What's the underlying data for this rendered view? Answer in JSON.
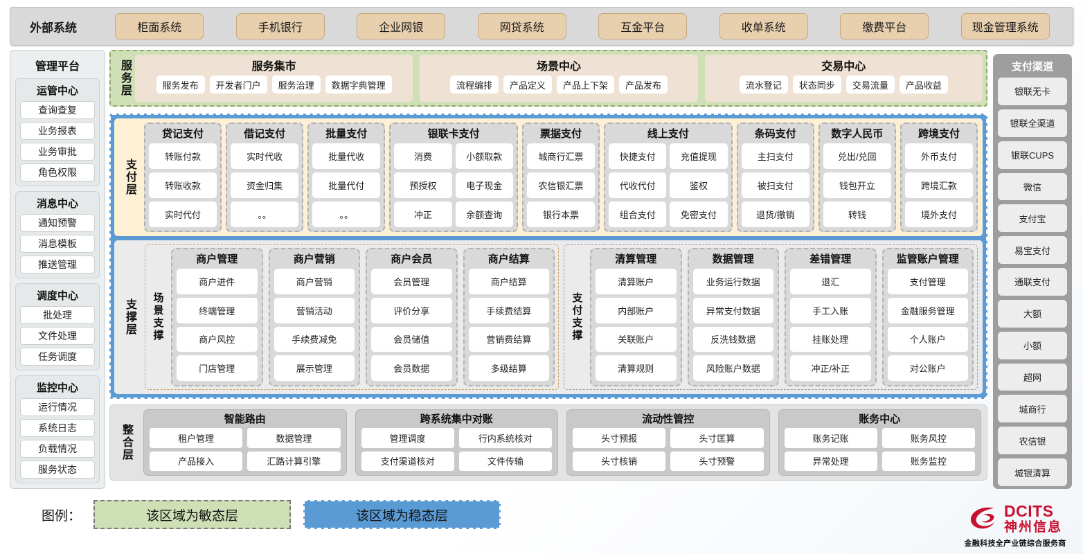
{
  "external": {
    "title": "外部系统",
    "items": [
      "柜面系统",
      "手机银行",
      "企业网银",
      "网贷系统",
      "互金平台",
      "收单系统",
      "缴费平台",
      "现金管理系统"
    ]
  },
  "management": {
    "title": "管理平台",
    "groups": [
      {
        "title": "运管中心",
        "items": [
          "查询查复",
          "业务报表",
          "业务审批",
          "角色权限"
        ]
      },
      {
        "title": "消息中心",
        "items": [
          "通知预警",
          "消息模板",
          "推送管理"
        ]
      },
      {
        "title": "调度中心",
        "items": [
          "批处理",
          "文件处理",
          "任务调度"
        ]
      },
      {
        "title": "监控中心",
        "items": [
          "运行情况",
          "系统日志",
          "负载情况",
          "服务状态"
        ]
      }
    ]
  },
  "service_layer": {
    "label": "服务层",
    "groups": [
      {
        "title": "服务集市",
        "items": [
          "服务发布",
          "开发者门户",
          "服务治理",
          "数据字典管理"
        ]
      },
      {
        "title": "场景中心",
        "items": [
          "流程编排",
          "产品定义",
          "产品上下架",
          "产品发布"
        ]
      },
      {
        "title": "交易中心",
        "items": [
          "流水登记",
          "状态同步",
          "交易流量",
          "产品收益"
        ]
      }
    ]
  },
  "pay_layer": {
    "label": "支付层",
    "columns": [
      {
        "title": "贷记支付",
        "cols": 1,
        "rows": [
          [
            "转账付款"
          ],
          [
            "转账收款"
          ],
          [
            "实时代付"
          ]
        ]
      },
      {
        "title": "借记支付",
        "cols": 1,
        "rows": [
          [
            "实时代收"
          ],
          [
            "资金归集"
          ],
          [
            "。。"
          ]
        ]
      },
      {
        "title": "批量支付",
        "cols": 1,
        "rows": [
          [
            "批量代收"
          ],
          [
            "批量代付"
          ],
          [
            "。。"
          ]
        ]
      },
      {
        "title": "银联卡支付",
        "cols": 2,
        "rows": [
          [
            "消费",
            "小额取款"
          ],
          [
            "预授权",
            "电子现金"
          ],
          [
            "冲正",
            "余额查询"
          ]
        ]
      },
      {
        "title": "票据支付",
        "cols": 1,
        "rows": [
          [
            "城商行汇票"
          ],
          [
            "农信银汇票"
          ],
          [
            "银行本票"
          ]
        ]
      },
      {
        "title": "线上支付",
        "cols": 2,
        "rows": [
          [
            "快捷支付",
            "充值提现"
          ],
          [
            "代收代付",
            "鉴权"
          ],
          [
            "组合支付",
            "免密支付"
          ]
        ]
      },
      {
        "title": "条码支付",
        "cols": 1,
        "rows": [
          [
            "主扫支付"
          ],
          [
            "被扫支付"
          ],
          [
            "退货/撤销"
          ]
        ]
      },
      {
        "title": "数字人民币",
        "cols": 1,
        "rows": [
          [
            "兑出/兑回"
          ],
          [
            "钱包开立"
          ],
          [
            "转钱"
          ]
        ]
      },
      {
        "title": "跨境支付",
        "cols": 1,
        "rows": [
          [
            "外币支付"
          ],
          [
            "跨境汇款"
          ],
          [
            "境外支付"
          ]
        ]
      }
    ]
  },
  "support_layer": {
    "label": "支撑层",
    "halves": [
      {
        "sublabel": "场景支撑",
        "columns": [
          {
            "title": "商户管理",
            "items": [
              "商户进件",
              "终端管理",
              "商户风控",
              "门店管理"
            ]
          },
          {
            "title": "商户营销",
            "items": [
              "商户营销",
              "营销活动",
              "手续费减免",
              "展示管理"
            ]
          },
          {
            "title": "商户会员",
            "items": [
              "会员管理",
              "评价分享",
              "会员储值",
              "会员数据"
            ]
          },
          {
            "title": "商户结算",
            "items": [
              "商户结算",
              "手续费结算",
              "营销费结算",
              "多级结算"
            ]
          }
        ]
      },
      {
        "sublabel": "支付支撑",
        "columns": [
          {
            "title": "清算管理",
            "items": [
              "清算账户",
              "内部账户",
              "关联账户",
              "清算规则"
            ]
          },
          {
            "title": "数据管理",
            "items": [
              "业务运行数据",
              "异常支付数据",
              "反洗钱数据",
              "风险账户数据"
            ]
          },
          {
            "title": "差错管理",
            "items": [
              "退汇",
              "手工入账",
              "挂账处理",
              "冲正/补正"
            ]
          },
          {
            "title": "监管账户管理",
            "items": [
              "支付管理",
              "金融服务管理",
              "个人账户",
              "对公账户"
            ]
          }
        ]
      }
    ]
  },
  "integration_layer": {
    "label": "整合层",
    "groups": [
      {
        "title": "智能路由",
        "rows": [
          [
            "租户管理",
            "数据管理"
          ],
          [
            "产品接入",
            "汇路计算引擎"
          ]
        ]
      },
      {
        "title": "跨系统集中对账",
        "rows": [
          [
            "管理调度",
            "行内系统核对"
          ],
          [
            "支付渠道核对",
            "文件传输"
          ]
        ]
      },
      {
        "title": "流动性管控",
        "rows": [
          [
            "头寸预报",
            "头寸匡算"
          ],
          [
            "头寸核销",
            "头寸预警"
          ]
        ]
      },
      {
        "title": "账务中心",
        "rows": [
          [
            "账务记账",
            "账务风控"
          ],
          [
            "异常处理",
            "账务监控"
          ]
        ]
      }
    ]
  },
  "channels": {
    "title": "支付渠道",
    "items": [
      "银联无卡",
      "银联全渠道",
      "银联CUPS",
      "微信",
      "支付宝",
      "易宝支付",
      "通联支付",
      "大额",
      "小额",
      "超网",
      "城商行",
      "农信银",
      "城银清算"
    ]
  },
  "legend": {
    "label": "图例：",
    "agile": "该区域为敏态层",
    "stable": "该区域为稳态层"
  },
  "logo": {
    "brand": "DCITS",
    "brand_cn": "神州信息",
    "tagline": "金融科技全产业链综合服务商"
  },
  "colors": {
    "agile_green": "#cfe0b6",
    "stable_blue": "#5b9bd5",
    "external_chip": "#e8cfae",
    "pay_layer_bg": "#fdf0d5",
    "brand_red": "#c8102e"
  }
}
